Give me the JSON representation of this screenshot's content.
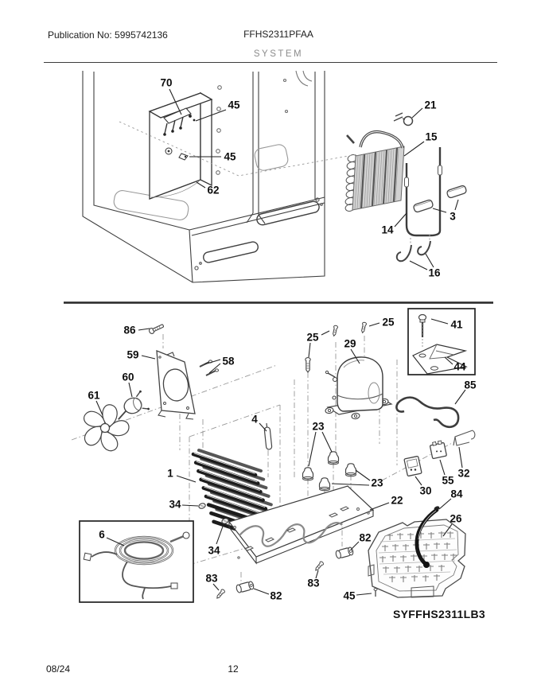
{
  "header": {
    "publication": "Publication No: 5995742136",
    "model": "FFHS2311PFAA",
    "section": "SYSTEM"
  },
  "footer": {
    "date": "08/24",
    "page": "12"
  },
  "diagram": {
    "code": "SYFFHS2311LB3",
    "callouts": {
      "t70": "70",
      "t45a": "45",
      "t45b": "45",
      "t62": "62",
      "t21": "21",
      "t15": "15",
      "t3": "3",
      "t14": "14",
      "t16": "16",
      "b86": "86",
      "b59": "59",
      "b58": "58",
      "b60": "60",
      "b61": "61",
      "b4": "4",
      "b25a": "25",
      "b25b": "25",
      "b29": "29",
      "b41": "41",
      "b44": "44",
      "b85": "85",
      "b23a": "23",
      "b23b": "23",
      "b32": "32",
      "b55": "55",
      "b30": "30",
      "b1": "1",
      "b34a": "34",
      "b34b": "34",
      "b22": "22",
      "b84": "84",
      "b26": "26",
      "b82a": "82",
      "b82b": "82",
      "b83a": "83",
      "b83b": "83",
      "b45": "45",
      "b6": "6"
    }
  }
}
